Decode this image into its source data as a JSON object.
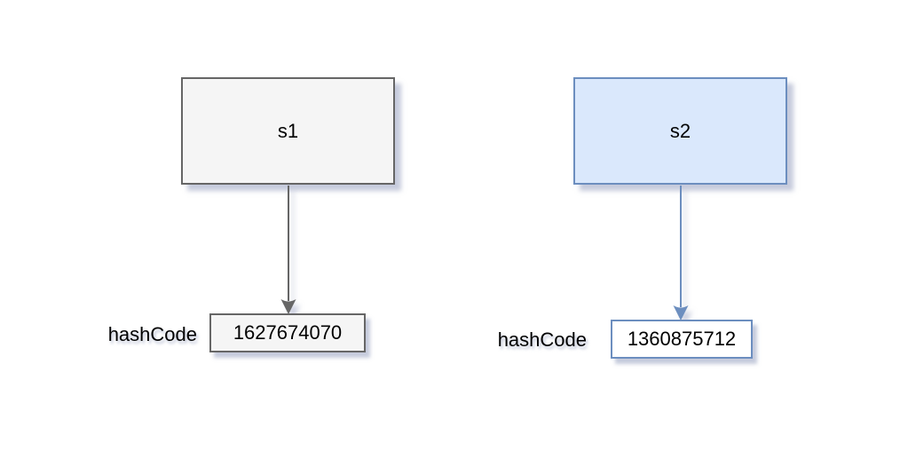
{
  "diagram": {
    "nodes": [
      {
        "id": "s1",
        "label": "s1"
      },
      {
        "id": "s2",
        "label": "s2"
      }
    ],
    "hash_entries": [
      {
        "label": "hashCode",
        "value": "1627674070"
      },
      {
        "label": "hashCode",
        "value": "1360875712"
      }
    ],
    "colors": {
      "gray_fill": "#f5f5f5",
      "gray_stroke": "#666666",
      "blue_fill": "#dae8fc",
      "blue_stroke": "#6c8ebf",
      "white_fill": "#ffffff",
      "text": "#000000",
      "shadow": "#97a0bf"
    }
  }
}
